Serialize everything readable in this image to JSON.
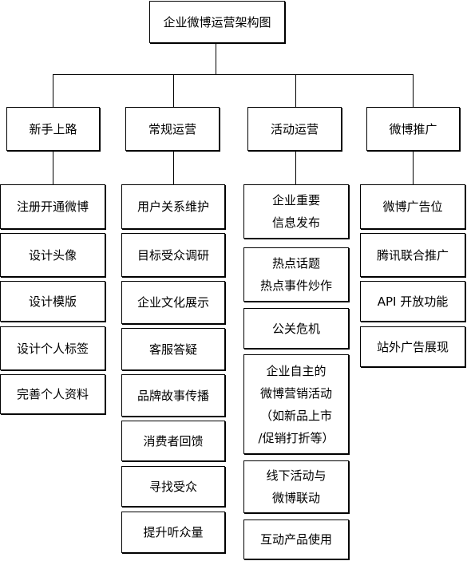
{
  "root": {
    "label": "企业微博运营架构图"
  },
  "branches": [
    {
      "label": "新手上路",
      "items": [
        "注册开通微博",
        "设计头像",
        "设计模版",
        "设计个人标签",
        "完善个人资料"
      ]
    },
    {
      "label": "常规运营",
      "items": [
        "用户关系维护",
        "目标受众调研",
        "企业文化展示",
        "客服答疑",
        "品牌故事传播",
        "消费者回馈",
        "寻找受众",
        "提升听众量"
      ]
    },
    {
      "label": "活动运营",
      "items": [
        "企业重要\n信息发布",
        "热点话题\n热点事件炒作",
        "公关危机",
        "企业自主的\n微博营销活动\n（如新品上市\n/促销打折等）",
        "线下活动与\n微博联动",
        "互动产品使用"
      ]
    },
    {
      "label": "微博推广",
      "items": [
        "微博广告位",
        "腾讯联合推广",
        "API 开放功能",
        "站外广告展现"
      ]
    }
  ]
}
